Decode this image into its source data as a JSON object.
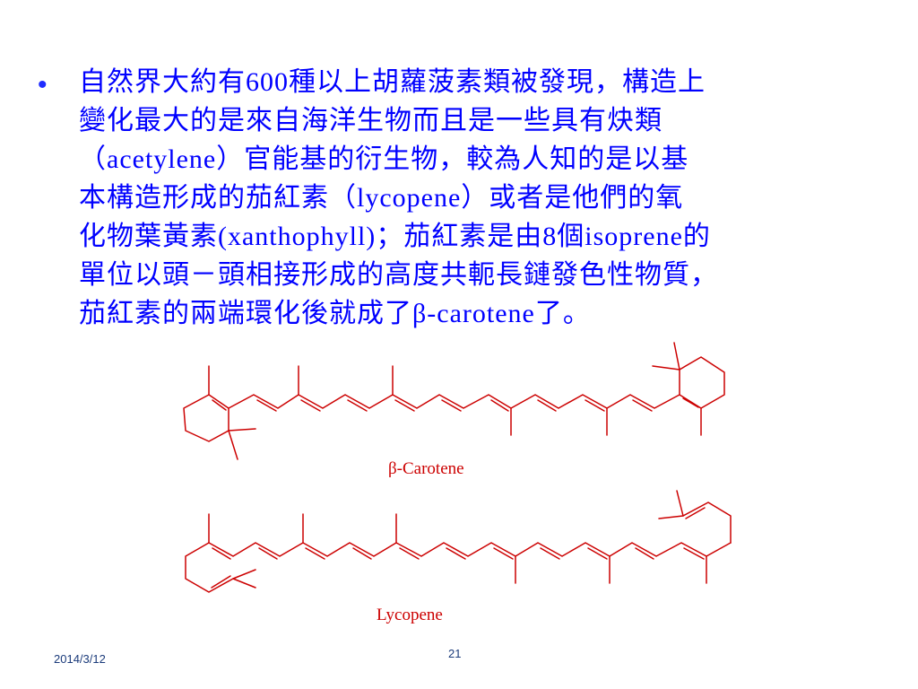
{
  "slide": {
    "bullet_char": "•",
    "paragraph_lines": [
      "自然界大約有600種以上胡蘿菠素類被發現，構造上",
      "變化最大的是來自海洋生物而且是一些具有炔類",
      "（acetylene）官能基的衍生物，較為人知的是以基",
      "本構造形成的茄紅素（lycopene）或者是他們的氧",
      "化物葉黃素(xanthophyll)；茄紅素是由8個isoprene的",
      "單位以頭－頭相接形成的高度共軛長鏈發色性物質，",
      "茄紅素的兩端環化後就成了β-carotene了。"
    ],
    "structures": {
      "beta_carotene_label": "β-Carotene",
      "lycopene_label": "Lycopene"
    },
    "colors": {
      "text": "#0000ff",
      "structure": "#cc0000",
      "footer": "#1a3a7a"
    }
  },
  "footer": {
    "date": "2014/3/12",
    "page_number": "21"
  }
}
